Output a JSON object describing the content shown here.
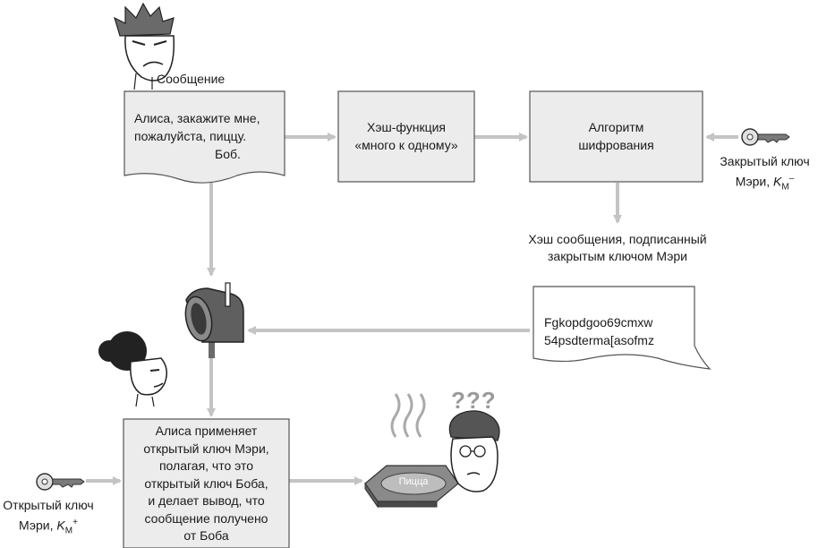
{
  "labels": {
    "message": "Сообщение",
    "private_key_line1": "Закрытый ключ",
    "private_key_line2": "Мэри,",
    "public_key_line1": "Открытый ключ",
    "public_key_line2": "Мэри,",
    "key_symbol": "K",
    "key_subscript": "M",
    "private_key_sup": "–",
    "public_key_sup": "+",
    "signed_hash_line1": "Хэш сообщения, подписанный",
    "signed_hash_line2": "закрытым ключом Мэри",
    "question_marks": "???"
  },
  "message_doc": {
    "line1": "Алиса, закажите мне,",
    "line2": "пожалуйста, пиццу.",
    "line3": "Боб."
  },
  "hash_box": {
    "line1": "Хэш-функция",
    "line2": "«много к одному»"
  },
  "encrypt_box": {
    "line1": "Алгоритм",
    "line2": "шифрования"
  },
  "signed_doc": {
    "line1": "Fgkopdgoo69cmxw",
    "line2": "54psdterma[asofmz"
  },
  "alice_box": {
    "line1": "Алиса применяет",
    "line2": "открытый ключ Мэри,",
    "line3": "полагая, что это",
    "line4": "открытый ключ Боба,",
    "line5": "и делает вывод, что",
    "line6": "сообщение получено",
    "line7": "от Боба"
  },
  "pizza_label": "Пицца",
  "colors": {
    "box_fill": "#ececec",
    "box_stroke": "#555555",
    "arrow": "#c4c4c4",
    "pizza_box": "#8a8a8a"
  }
}
